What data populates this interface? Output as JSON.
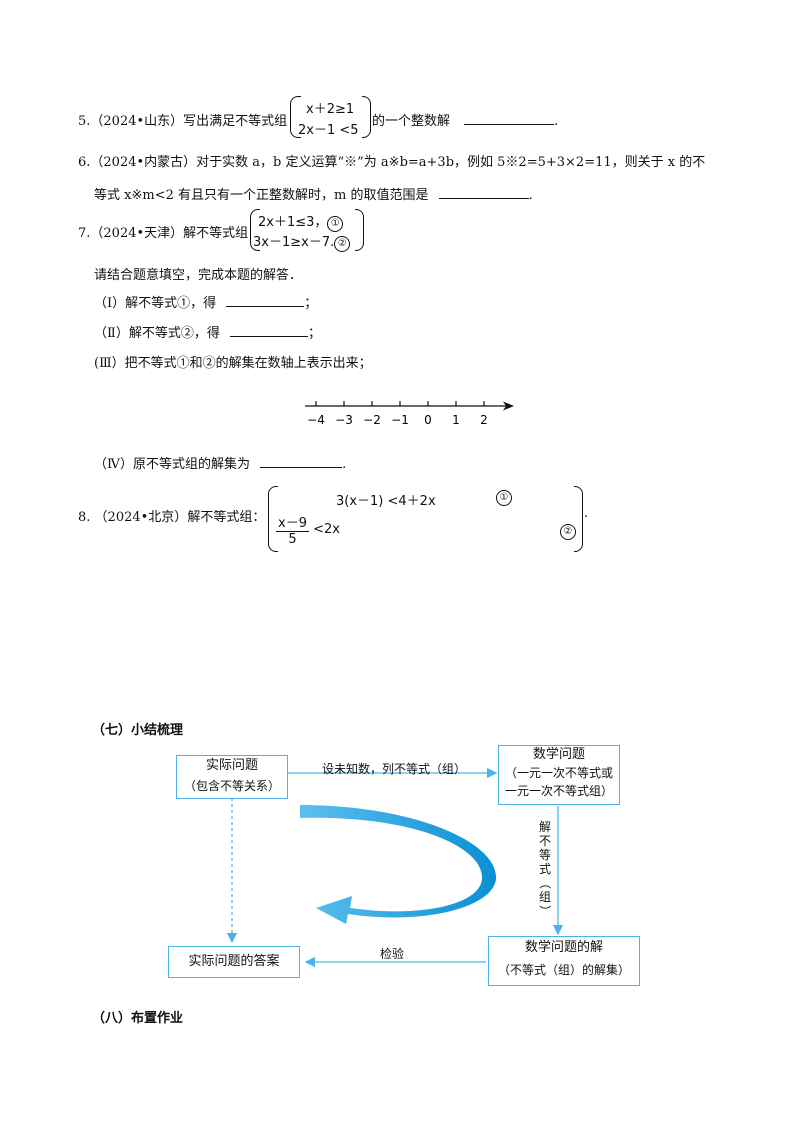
{
  "q5": {
    "number": "5.",
    "source": "（2024•山东）",
    "text_before": "写出满足不等式组",
    "eq1": "x＋2≥1",
    "eq2": "2x－1 <5",
    "text_after": "的一个整数解",
    "end": "."
  },
  "q6": {
    "number": "6.",
    "source": "（2024•内蒙古）",
    "line1": "对于实数 a，b 定义运算“※”为 a※b=a+3b，例如 5※2=5+3×2=11，则关于 x 的不",
    "line2": "等式 x※m<2 有且只有一个正整数解时，m 的取值范围是",
    "end": "."
  },
  "q7": {
    "number": "7.",
    "source": "（2024•天津）",
    "text": "解不等式组",
    "eq1": "2x＋1≤3，",
    "eq1_mark": "①",
    "eq2": "3x－1≥x－7.",
    "eq2_mark": "②",
    "instruction": "请结合题意填空，完成本题的解答．",
    "step1": "（Ⅰ）解不等式①，得",
    "step2": "（Ⅱ）解不等式②，得",
    "step3": "(Ⅲ）把不等式①和②的解集在数轴上表示出来；",
    "step4": "（Ⅳ）原不等式组的解集为",
    "semicolon": "；",
    "end": ".",
    "axis_ticks": [
      -4,
      -3,
      -2,
      -1,
      0,
      1,
      2
    ],
    "axis_labels": [
      "−4",
      "−3",
      "−2",
      "−1",
      "0",
      "1",
      "2"
    ]
  },
  "q8": {
    "number": "8.",
    "source": "（2024•北京）",
    "text": "解不等式组：",
    "eq1": "3(x－1) <4＋2x",
    "eq1_mark": "①",
    "frac_num": "x－9",
    "frac_den": "5",
    "eq2_rest": "<2x",
    "eq2_mark": "②",
    "end": "."
  },
  "section7": {
    "title": "（七）小结梳理"
  },
  "flow": {
    "box1_line1": "实际问题",
    "box1_line2": "（包含不等关系）",
    "box2_line1": "数学问题",
    "box2_line2": "（一元一次不等式或",
    "box2_line3": "一元一次不等式组）",
    "box3_line1": "数学问题的解",
    "box3_line2": "（不等式（组）的解集）",
    "box4": "实际问题的答案",
    "arrow_top": "设未知数，列不等式（组）",
    "arrow_right": [
      "解",
      "不",
      "等",
      "式",
      "（",
      "组",
      "）"
    ],
    "arrow_bottom": "检验",
    "accent": "#4db3e6"
  },
  "section8": {
    "title": "（八）布置作业"
  }
}
